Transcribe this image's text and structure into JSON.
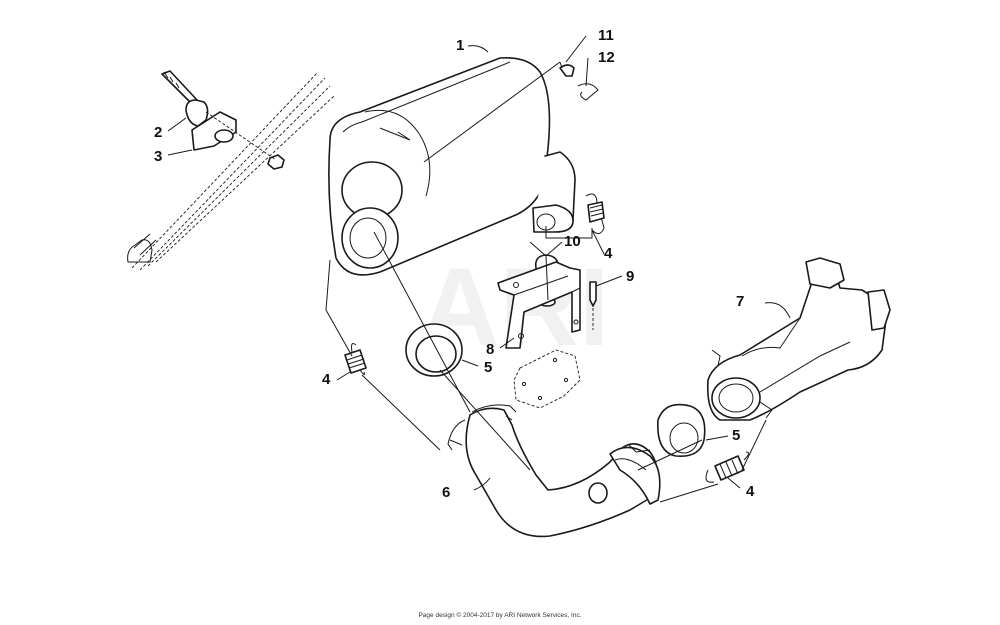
{
  "watermark": "ARI",
  "footer": {
    "text": "Page design © 2004-2017 by ARI Network Services, Inc."
  },
  "callouts": {
    "c1": "1",
    "c2": "2",
    "c3": "3",
    "c4a": "4",
    "c4b": "4",
    "c4c": "4",
    "c5a": "5",
    "c5b": "5",
    "c6": "6",
    "c7": "7",
    "c8": "8",
    "c9": "9",
    "c10": "10",
    "c11": "11",
    "c12": "12"
  }
}
